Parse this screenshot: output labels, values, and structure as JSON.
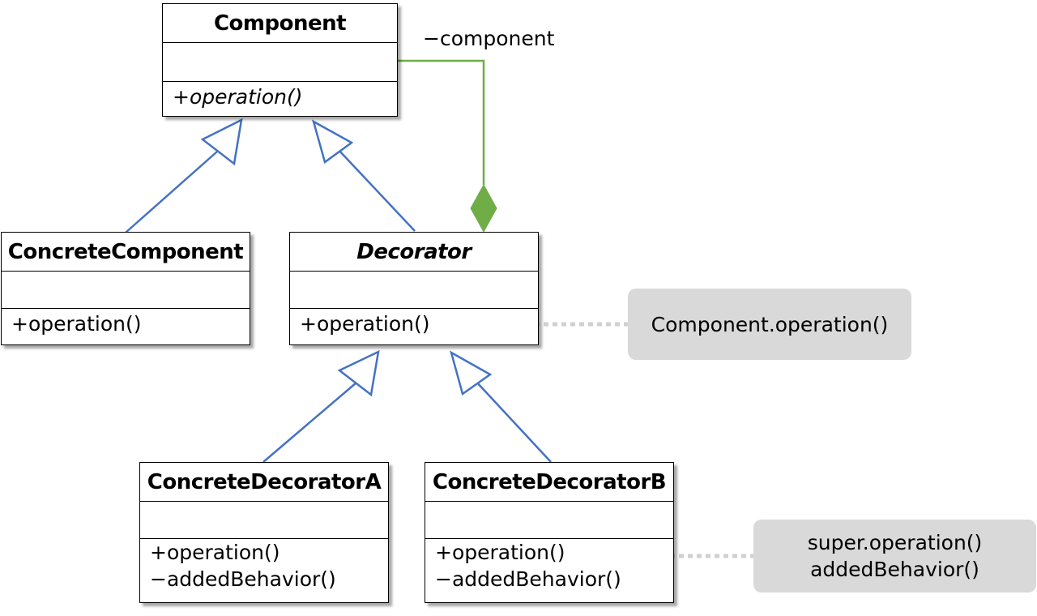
{
  "classes": {
    "component": {
      "name": "Component",
      "operations": [
        "+operation()"
      ]
    },
    "concrete_component": {
      "name": "ConcreteComponent",
      "operations": [
        "+operation()"
      ]
    },
    "decorator": {
      "name": "Decorator",
      "operations": [
        "+operation()"
      ]
    },
    "concrete_decorator_a": {
      "name": "ConcreteDecoratorA",
      "operations": [
        "+operation()",
        "−addedBehavior()"
      ]
    },
    "concrete_decorator_b": {
      "name": "ConcreteDecoratorB",
      "operations": [
        "+operation()",
        "−addedBehavior()"
      ]
    }
  },
  "association": {
    "role_label": "−component"
  },
  "notes": {
    "decorator_note": {
      "lines": [
        "Component.operation()"
      ]
    },
    "concrete_b_note": {
      "lines": [
        "super.operation()",
        "addedBehavior()"
      ]
    }
  },
  "colors": {
    "inheritance": "#4472c4",
    "composition": "#70ad47",
    "note_background": "#d9d9d9",
    "note_connector": "#d0d0d0"
  }
}
